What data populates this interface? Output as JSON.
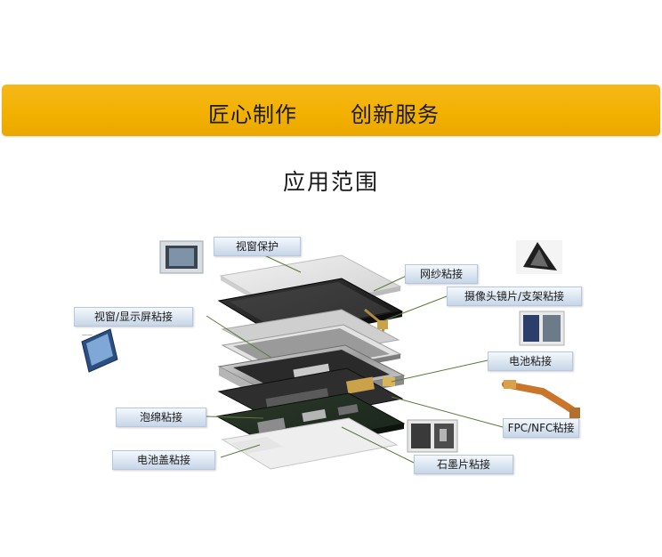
{
  "banner": {
    "left_text": "匠心制作",
    "right_text": "创新服务",
    "color": "#f2b000"
  },
  "section_title": "应用范围",
  "labels": {
    "window_protection": "视窗保护",
    "mesh_bonding": "网纱粘接",
    "camera_lens_bonding": "摄像头镜片/支架粘接",
    "window_display_bonding": "视窗/显示屏粘接",
    "battery_bonding": "电池粘接",
    "foam_bonding": "泡绵粘接",
    "fpc_nfc_bonding": "FPC/NFC粘接",
    "battery_cover_bonding": "电池盖粘接",
    "graphite_bonding": "石墨片粘接"
  },
  "colors": {
    "label_bg_top": "#f4f8fc",
    "label_bg_bottom": "#c6d6e8",
    "leader_line": "#5a7a3a"
  }
}
